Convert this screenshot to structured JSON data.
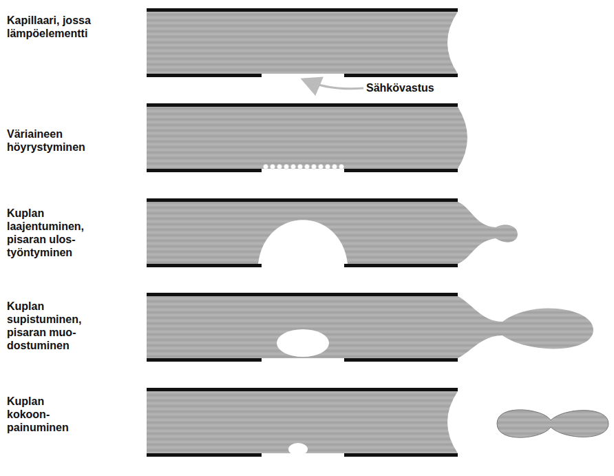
{
  "diagram": {
    "labels": [
      "Kapillaari, jossa lämpöelementti",
      "Sähkövastus",
      "Väriaineen höyrystyminen",
      "Kuplan laajentuminen, pisaran ulos- työntyminen",
      "Kuplan supistuminen, pisaran muo- dostuminen",
      "Kuplan kokoon- painuminen"
    ]
  }
}
